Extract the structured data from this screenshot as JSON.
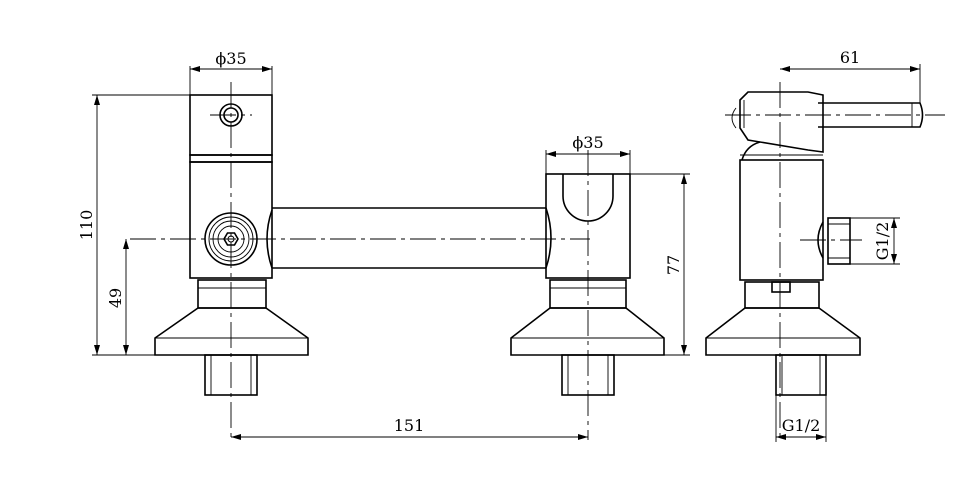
{
  "dimensions": {
    "front_left_diameter": "ϕ35",
    "front_right_diameter": "ϕ35",
    "overall_height": "110",
    "outlet_height": "49",
    "right_body_height": "77",
    "center_distance": "151",
    "side_depth": "61",
    "side_outlet_thread": "G1/2",
    "side_inlet_thread": "G1/2"
  }
}
